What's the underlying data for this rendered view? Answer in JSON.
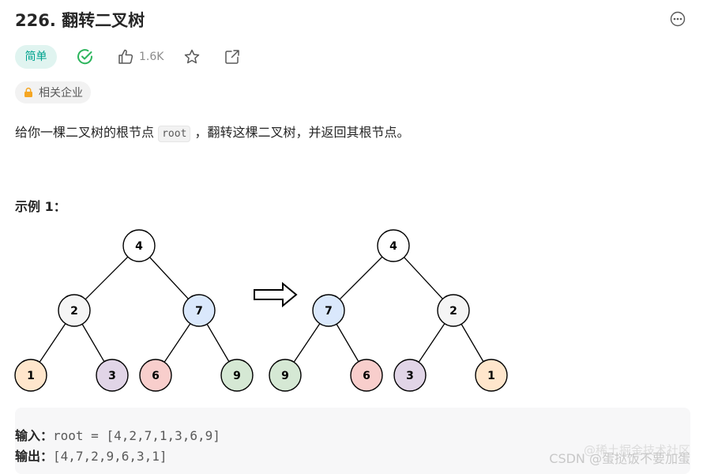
{
  "header": {
    "title": "226. 翻转二叉树",
    "difficulty": "简单",
    "like_count": "1.6K",
    "company_tag": "相关企业"
  },
  "description": {
    "part1": "给你一棵二叉树的根节点 ",
    "code": "root",
    "part2": " ，翻转这棵二叉树，并返回其根节点。"
  },
  "example": {
    "title": "示例 1：",
    "input_label": "输入：",
    "input_value": "root = [4,2,7,1,3,6,9]",
    "output_label": "输出：",
    "output_value": "[4,7,2,9,6,3,1]"
  },
  "trees": {
    "before": [
      "4",
      "2",
      "7",
      "1",
      "3",
      "6",
      "9"
    ],
    "after": [
      "4",
      "7",
      "2",
      "9",
      "6",
      "3",
      "1"
    ],
    "node_colors": {
      "4": "#ffffff",
      "2": "#f5f5f5",
      "7": "#dae8fc",
      "1": "#ffe6cc",
      "3": "#e1d5e7",
      "6": "#f8cecc",
      "9": "#d5e8d4"
    }
  },
  "watermark": {
    "primary": "CSDN @蛋挞饭不要加蛋",
    "secondary": "@稀土掘金技术社区"
  },
  "colors": {
    "accent": "#00a38f",
    "solved": "#2db55d"
  }
}
